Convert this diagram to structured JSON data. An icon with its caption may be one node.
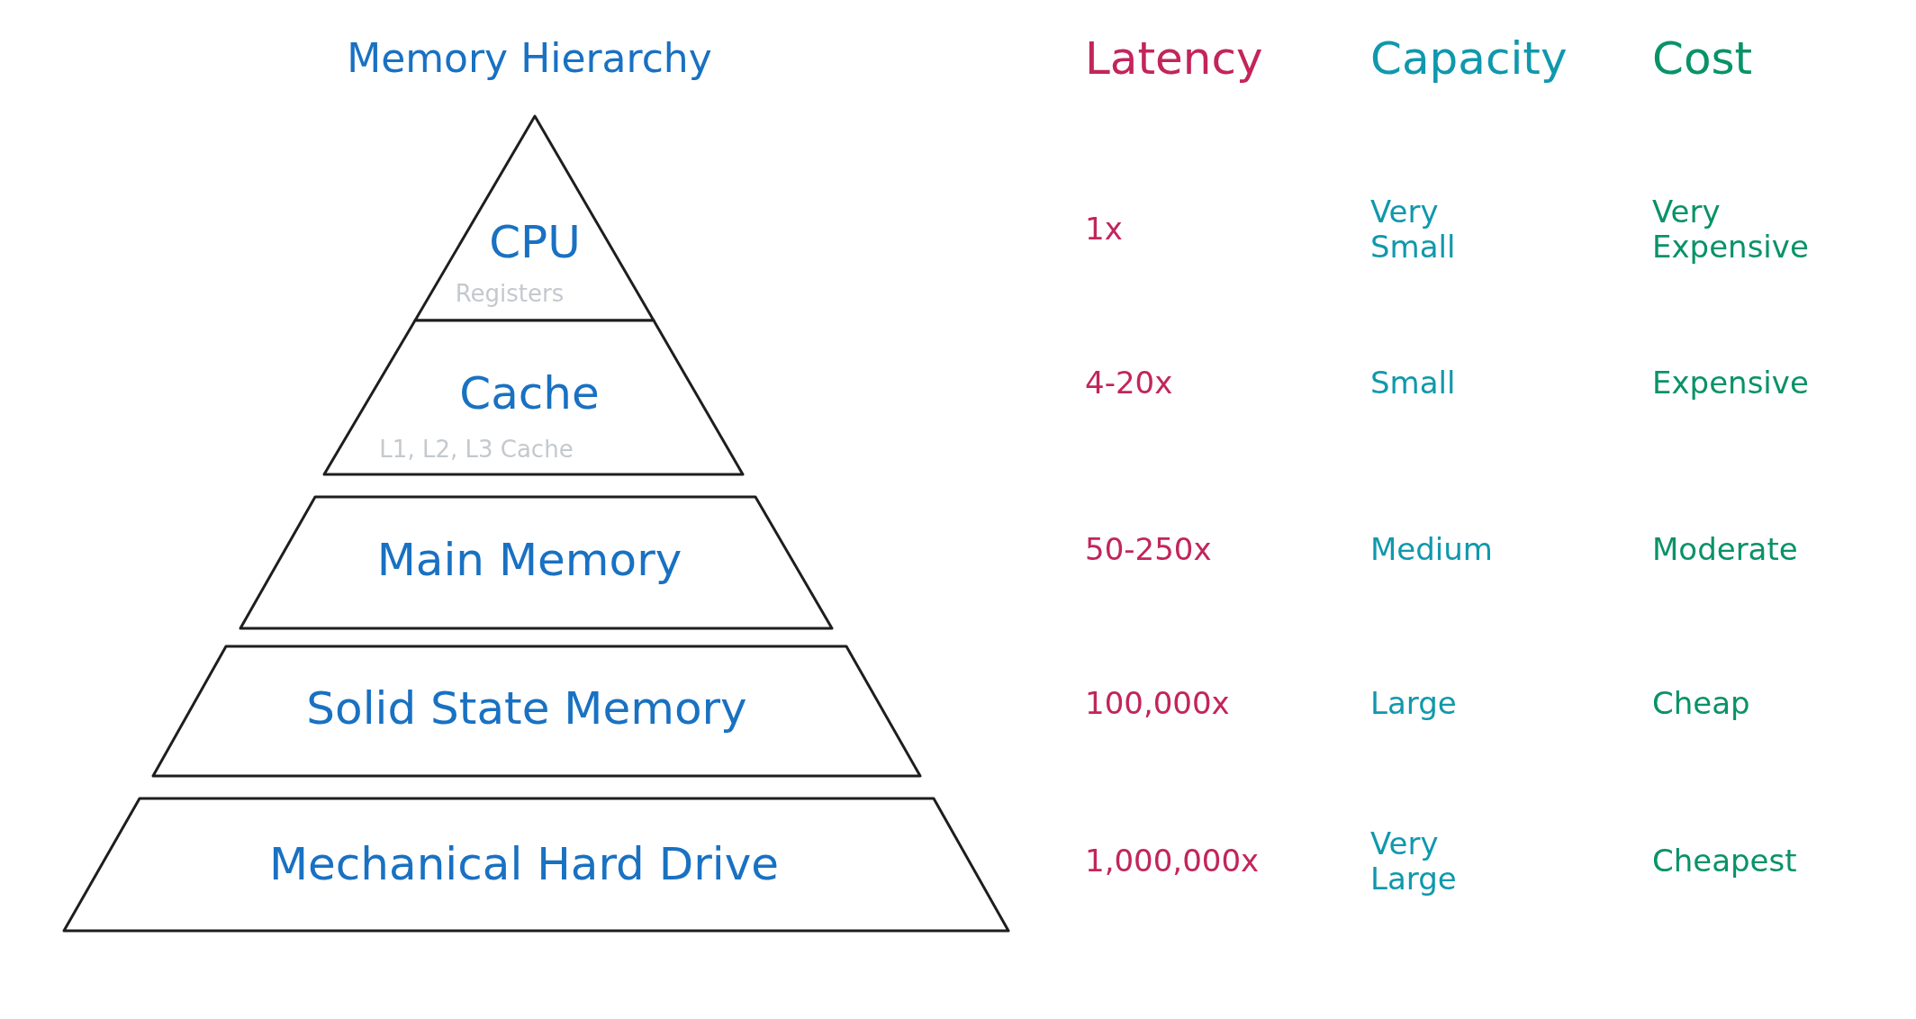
{
  "diagram": {
    "title": "Memory Hierarchy",
    "nodes": [
      {
        "text": [
          "CPU",
          "Registers"
        ]
      },
      {
        "text": [
          "Cache",
          "L1, L2, L3 Cache"
        ]
      },
      {
        "text": [
          "Main Memory"
        ]
      },
      {
        "text": [
          "Solid State Memory"
        ]
      },
      {
        "text": [
          "Mechanical Hard Drive"
        ]
      }
    ],
    "labels": [
      "Latency",
      "Capacity",
      "Cost",
      "1x",
      "Very Small",
      "Very Expensive",
      "4-20x",
      "Small",
      "Expensive",
      "50-250x",
      "Medium",
      "Moderate",
      "100,000x",
      "Large",
      "Cheap",
      "1,000,000x",
      "Very Large",
      "Cheapest"
    ]
  }
}
